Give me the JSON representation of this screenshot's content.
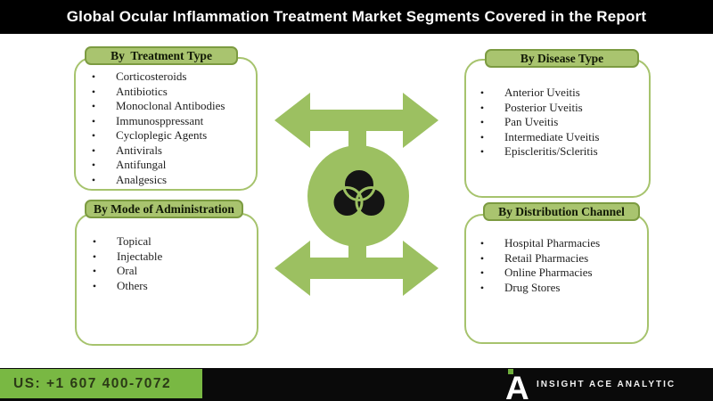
{
  "title": "Global Ocular Inflammation Treatment Market Segments Covered in the Report",
  "bullet_char": "•",
  "boxes": [
    {
      "header": "By  Treatment Type",
      "items": [
        "Corticosteroids",
        "Antibiotics",
        "Monoclonal Antibodies",
        "Immunosppressant",
        "Cycloplegic Agents",
        "Antivirals",
        "Antifungal",
        "Analgesics"
      ]
    },
    {
      "header": "By Disease Type",
      "items": [
        "Anterior Uveitis",
        "Posterior Uveitis",
        "Pan Uveitis",
        "Intermediate Uveitis",
        "Episcleritis/Scleritis"
      ]
    },
    {
      "header": "By Mode of Administration",
      "items": [
        "Topical",
        "Injectable",
        "Oral",
        "Others"
      ]
    },
    {
      "header": "By Distribution Channel",
      "items": [
        "Hospital Pharmacies",
        "Retail Pharmacies",
        "Online Pharmacies",
        "Drug Stores"
      ]
    }
  ],
  "center_icon": "venn-diagram-three-circles",
  "footer": {
    "phone": "US: +1 607 400-7072",
    "brand": "INSIGHT ACE ANALYTIC",
    "logo_letter": "A"
  },
  "colors": {
    "title_bar_bg": "#000000",
    "title_text": "#ffffff",
    "box_border_green": "#a6c36d",
    "badge_fill_green": "#a9c46f",
    "badge_border_green": "#7c9b41",
    "arrow_circle_green": "#9cc061",
    "venn_black": "#141414",
    "footer_green": "#79b843",
    "footer_black": "#0a0a0a",
    "logo_dot_green": "#6fae3c"
  }
}
